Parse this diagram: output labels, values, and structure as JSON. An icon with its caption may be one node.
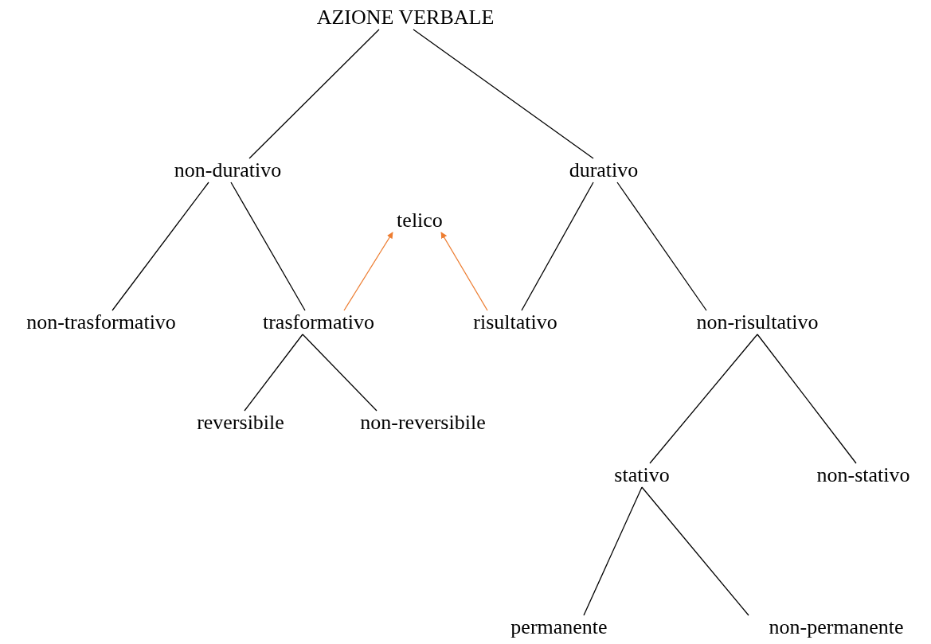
{
  "diagram": {
    "nodes": [
      {
        "text": [
          "AZIONE VERBALE"
        ]
      },
      {
        "text": [
          "non-durativo"
        ]
      },
      {
        "text": [
          "durativo"
        ]
      },
      {
        "text": [
          "telico"
        ]
      },
      {
        "text": [
          "non-trasformativo"
        ]
      },
      {
        "text": [
          "trasformativo"
        ]
      },
      {
        "text": [
          "risultativo"
        ]
      },
      {
        "text": [
          "non-risultativo"
        ]
      },
      {
        "text": [
          "reversibile"
        ]
      },
      {
        "text": [
          "non-reversibile"
        ]
      },
      {
        "text": [
          "stativo"
        ]
      },
      {
        "text": [
          "non-stativo"
        ]
      },
      {
        "text": [
          "permanente"
        ]
      },
      {
        "text": [
          "non-permanente"
        ]
      }
    ],
    "edges": [
      {
        "from": 0,
        "to": 1,
        "arrow": "none"
      },
      {
        "from": 0,
        "to": 2,
        "arrow": "none"
      },
      {
        "from": 1,
        "to": 4,
        "arrow": "none"
      },
      {
        "from": 1,
        "to": 5,
        "arrow": "none"
      },
      {
        "from": 2,
        "to": 6,
        "arrow": "none"
      },
      {
        "from": 2,
        "to": 7,
        "arrow": "none"
      },
      {
        "from": 5,
        "to": 3,
        "arrow": "to",
        "color": "#ed7d31"
      },
      {
        "from": 6,
        "to": 3,
        "arrow": "to",
        "color": "#ed7d31"
      },
      {
        "from": 5,
        "to": 8,
        "arrow": "none"
      },
      {
        "from": 5,
        "to": 9,
        "arrow": "none"
      },
      {
        "from": 7,
        "to": 10,
        "arrow": "none"
      },
      {
        "from": 7,
        "to": 11,
        "arrow": "none"
      },
      {
        "from": 10,
        "to": 12,
        "arrow": "none"
      },
      {
        "from": 10,
        "to": 13,
        "arrow": "none"
      }
    ]
  }
}
